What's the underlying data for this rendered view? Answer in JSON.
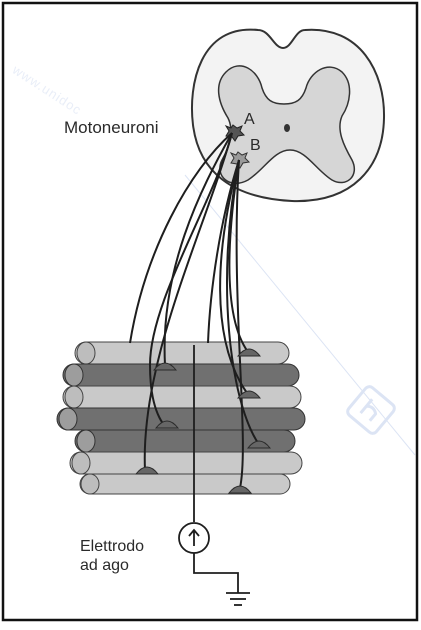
{
  "labels": {
    "motoneurons": "Motoneuroni",
    "neuron_a": "A",
    "neuron_b": "B",
    "electrode_line1": "Elettrodo",
    "electrode_line2": "ad ago"
  },
  "watermark": "www.unidoc",
  "colors": {
    "frame": "#111111",
    "spinal_outline": "#333333",
    "grey_matter": "#d6d6d6",
    "fiber_light": "#c9c9c9",
    "fiber_dark": "#707070",
    "fiber_end": "#bdbdbd",
    "endplate": "#666666",
    "wire": "#1e1e1e",
    "watermark": "#dce4f4"
  }
}
